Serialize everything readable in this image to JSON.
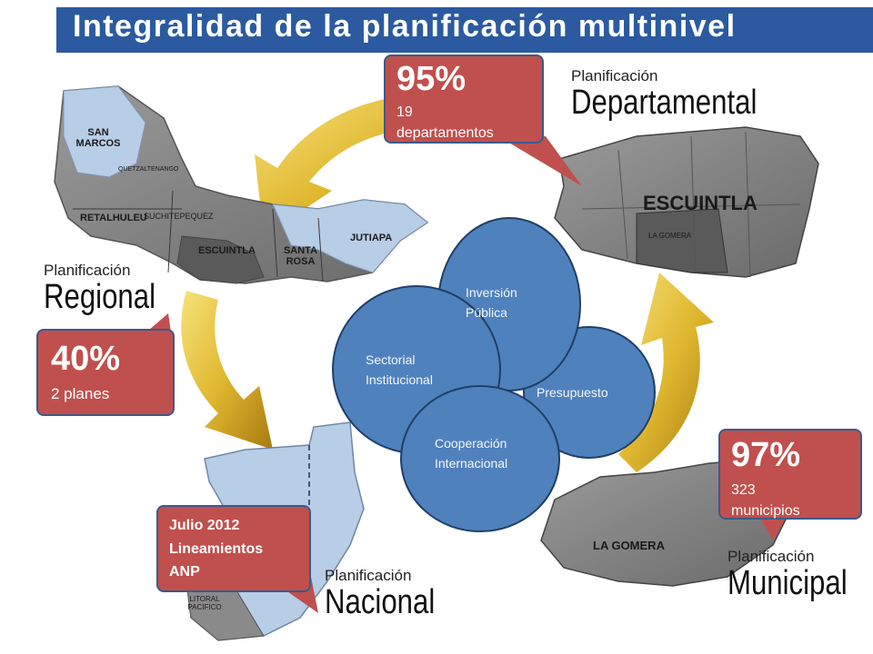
{
  "title": "Integralidad de la planificación multinivel",
  "colors": {
    "title_bg": "#2b5aa0",
    "callout": "#c0504d",
    "circle": "#4f81bd",
    "map_gray": "#7f7f7f",
    "map_blue": "#b8cde6",
    "arrow_gold": "#e0b830"
  },
  "levels": {
    "departamental": {
      "small": "Planificación",
      "big": "Departamental"
    },
    "regional": {
      "small": "Planificación",
      "big": "Regional"
    },
    "nacional": {
      "small": "Planificación",
      "big": "Nacional"
    },
    "municipal": {
      "small": "Planificación",
      "big": "Municipal"
    }
  },
  "callouts": {
    "departamental": {
      "value": "95%",
      "line1": "19",
      "line2": "departamentos"
    },
    "regional": {
      "value": "40%",
      "line1": "2 planes"
    },
    "municipal": {
      "value": "97%",
      "line1": "323",
      "line2": "municipios"
    },
    "nacional": {
      "line1": "Julio 2012",
      "line2": "Lineamientos",
      "line3": "ANP"
    }
  },
  "circles": {
    "inversion": {
      "line1": "Inversión",
      "line2": "Pública"
    },
    "sectorial": {
      "line1": "Sectorial",
      "line2": "Institucional"
    },
    "presupuesto": {
      "line1": "Presupuesto"
    },
    "cooperacion": {
      "line1": "Cooperación",
      "line2": "Internacional"
    }
  },
  "map_labels": {
    "san_marcos": "SAN MARCOS",
    "quetzaltenango": "QUETZALTENANGO",
    "retalhuleu": "RETALHULEU",
    "suchitepequez": "SUCHITEPEQUEZ",
    "escuintla_region": "ESCUINTLA",
    "santa_rosa": "SANTA ROSA",
    "jutiapa": "JUTIAPA",
    "escuintla_dept": "ESCUINTLA",
    "la_gomera_small": "LA GOMERA",
    "la_gomera_muni": "LA GOMERA",
    "litoral_pacifico": "LITORAL PACIFICO"
  }
}
